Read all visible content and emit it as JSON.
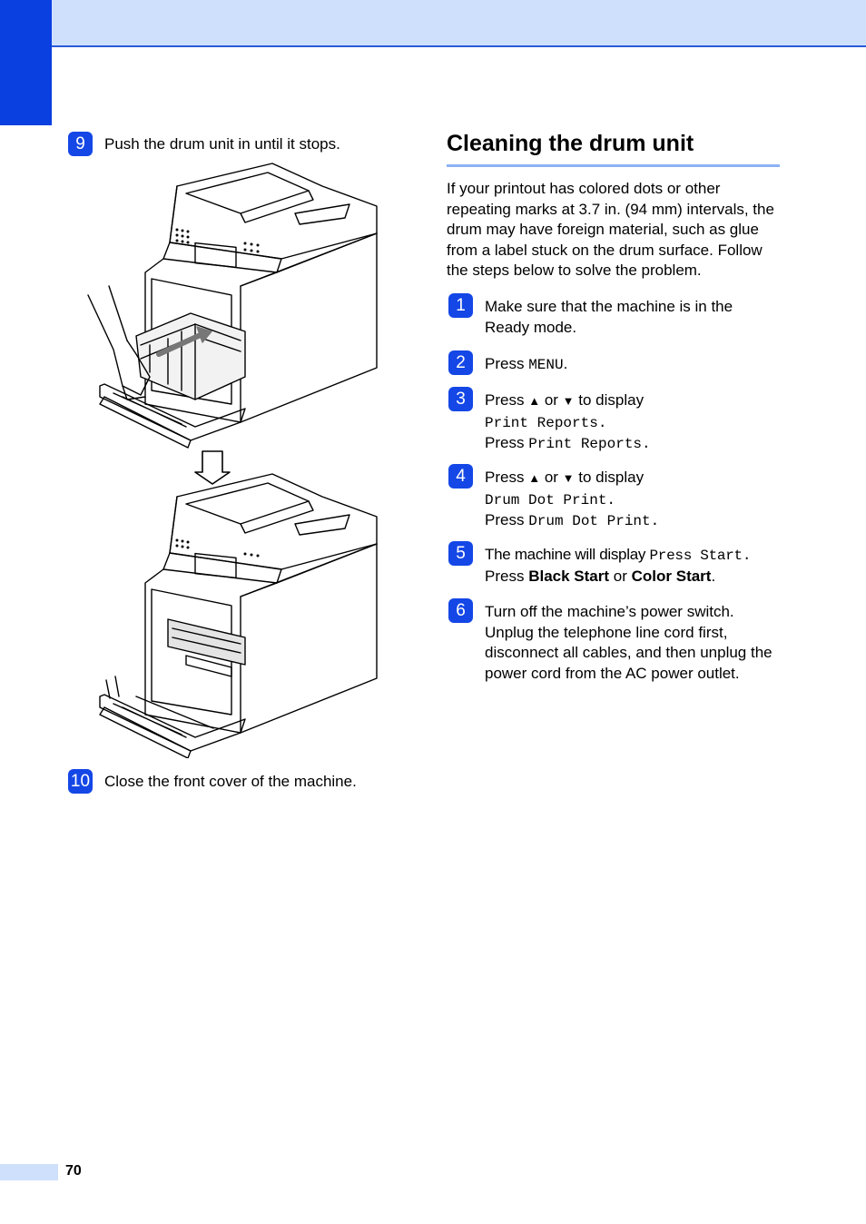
{
  "left_steps": [
    {
      "badge": "9",
      "text": "Push the drum unit in until it stops."
    },
    {
      "badge": "10",
      "text": "Close the front cover of the machine."
    }
  ],
  "section": {
    "title": "Cleaning the drum unit",
    "intro": "If your printout has colored dots or other repeating marks at 3.7 in. (94 mm) intervals, the drum may have foreign material, such as glue from a label stuck on the drum surface. Follow the steps below to solve the problem."
  },
  "steps": {
    "s1": {
      "badge": "1",
      "text": "Make sure that the machine is in the Ready mode."
    },
    "s2": {
      "badge": "2",
      "press": "Press",
      "code": "MENU",
      "end": "."
    },
    "s3": {
      "badge": "3",
      "press": "Press",
      "up": "▲",
      "or": "or",
      "down": "▼",
      "to_display": "to display",
      "code1": "Print Reports",
      "dot1": ".",
      "press2": "Press",
      "code2": "Print Reports",
      "dot2": "."
    },
    "s4": {
      "badge": "4",
      "press": "Press",
      "up": "▲",
      "or": "or",
      "down": "▼",
      "to_display": "to display",
      "code1": "Drum Dot Print",
      "dot1": ".",
      "press2": "Press",
      "code2": "Drum Dot Print",
      "dot2": "."
    },
    "s5": {
      "badge": "5",
      "lead": "The machine will display",
      "code": "Press Start",
      "dot": ".",
      "press": "Press",
      "bold1": "Black Start",
      "or": "or",
      "bold2": "Color Start",
      "end": "."
    },
    "s6": {
      "badge": "6",
      "text": "Turn off the machine’s power switch. Unplug the telephone line cord first, disconnect all cables, and then unplug the power cord from the AC power outlet."
    }
  },
  "footer": {
    "page_number": "70"
  },
  "colors": {
    "accent": "#1447e6",
    "band": "#cfe0fd",
    "rule": "#8cb2f5"
  }
}
